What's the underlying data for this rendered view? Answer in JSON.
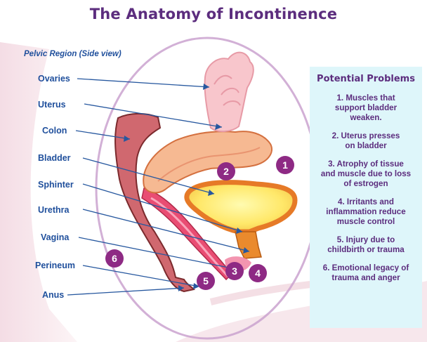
{
  "title": "The Anatomy of Incontinence",
  "subtitle": "Pelvic Region (Side view)",
  "labels": [
    {
      "id": "ovaries",
      "text": "Ovaries"
    },
    {
      "id": "uterus",
      "text": "Uterus"
    },
    {
      "id": "colon",
      "text": "Colon"
    },
    {
      "id": "bladder",
      "text": "Bladder"
    },
    {
      "id": "sphinter",
      "text": "Sphinter"
    },
    {
      "id": "urethra",
      "text": "Urethra"
    },
    {
      "id": "vagina",
      "text": "Vagina"
    },
    {
      "id": "perineum",
      "text": "Perineum"
    },
    {
      "id": "anus",
      "text": "Anus"
    }
  ],
  "badges": [
    "1",
    "2",
    "3",
    "4",
    "5",
    "6"
  ],
  "panel": {
    "title": "Potential Problems",
    "items": [
      "1. Muscles that\nsupport bladder\nweaken.",
      "2. Uterus presses\non bladder",
      "3. Atrophy of tissue\nand muscle due to loss\nof estrogen",
      "4. Irritants and\ninflammation reduce\nmuscle control",
      "5. Injury due to\nchildbirth or trauma",
      "6. Emotional legacy of\ntrauma and anger"
    ]
  },
  "colors": {
    "title": "#5c2d7e",
    "label": "#1f4f9c",
    "badge": "#8e2a84",
    "panel_bg": "#def6fa",
    "oval": "#caa2cf"
  }
}
